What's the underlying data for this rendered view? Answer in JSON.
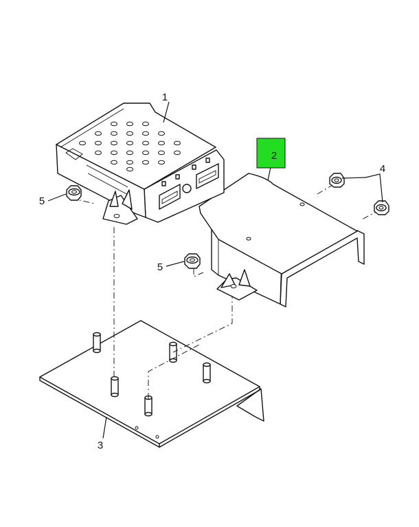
{
  "callouts": {
    "c1": "1",
    "c2": "2",
    "c3": "3",
    "c4": "4",
    "c5a": "5",
    "c5b": "5"
  },
  "highlight_color": "#22dd22"
}
